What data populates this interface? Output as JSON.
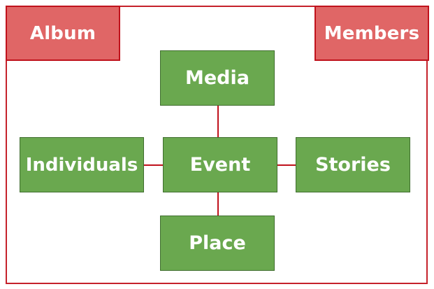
{
  "diagram": {
    "containers": {
      "album_label": "Album",
      "members_label": "Members"
    },
    "nodes": {
      "media": "Media",
      "event": "Event",
      "individuals": "Individuals",
      "stories": "Stories",
      "place": "Place"
    },
    "colors": {
      "frame_border": "#c5222b",
      "corner_fill": "#e06666",
      "node_fill": "#6aa84f",
      "connector": "#c0121c"
    }
  }
}
